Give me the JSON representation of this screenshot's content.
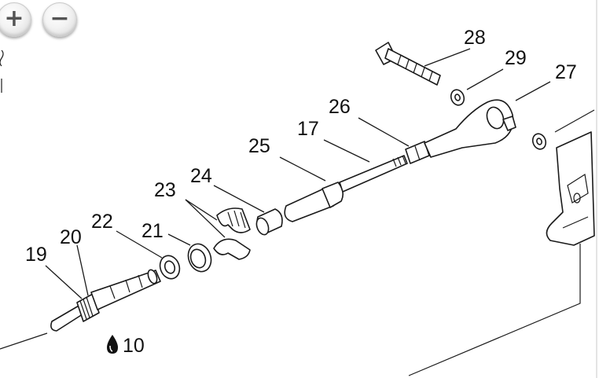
{
  "viewer": {
    "zoom_in_label": "+",
    "zoom_out_label": "−"
  },
  "icons": {
    "zoom_in": "plus-icon",
    "zoom_out": "minus-icon",
    "lubricant": "oil-drop-icon"
  },
  "callouts": {
    "c28": "28",
    "c29": "29",
    "c27": "27",
    "c26": "26",
    "c17": "17",
    "c25": "25",
    "c24": "24",
    "c23": "23",
    "c22": "22",
    "c21": "21",
    "c20": "20",
    "c19": "19",
    "c10": "10"
  }
}
